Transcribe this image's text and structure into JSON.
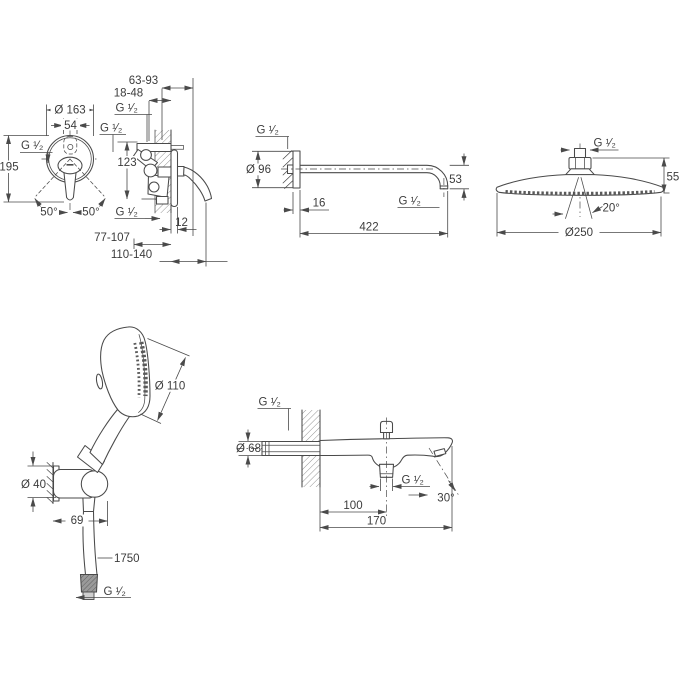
{
  "drawing": {
    "background": "#ffffff",
    "line_color": "#4a4a4a",
    "text_color": "#3c3c3c",
    "thread_label": "G ¹⁄₂",
    "mixer_front": {
      "diameter": "Ø 163",
      "cartridge_width": "54",
      "height": "195",
      "swivel_left": "50°",
      "swivel_right": "50°"
    },
    "mixer_side": {
      "depth_max": "63-93",
      "depth_min": "18-48",
      "port_spacing": "123",
      "plate_thickness": "12",
      "range_inner": "77-107",
      "range_outer": "110-140"
    },
    "shower_arm": {
      "flange_diameter": "Ø 96",
      "flange_depth": "16",
      "projection": "422",
      "drop": "53"
    },
    "head_shower": {
      "height": "55",
      "spray_angle": "20°",
      "diameter": "Ø250"
    },
    "hand_shower": {
      "head_diameter": "Ø 110",
      "holder_diameter": "Ø 40",
      "holder_projection": "69",
      "hose_length": "1750"
    },
    "bath_spout": {
      "connection_diameter": "Ø 68",
      "outlet_distance": "100",
      "projection": "170",
      "outlet_angle": "30°"
    }
  }
}
